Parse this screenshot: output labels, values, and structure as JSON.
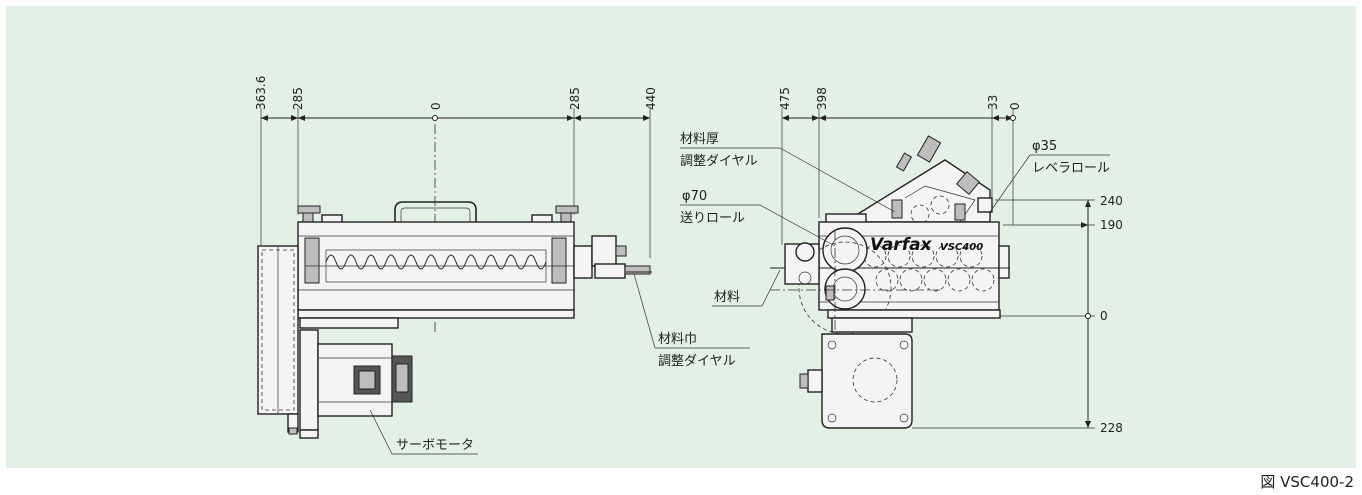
{
  "figure_caption": "図 VSC400-2",
  "left_view": {
    "dims": [
      "363.6",
      "285",
      "0",
      "285",
      "440"
    ],
    "labels": {
      "width_dial_1": "材料巾",
      "width_dial_2": "調整ダイヤル",
      "servo_motor": "サーボモータ"
    }
  },
  "right_view": {
    "dims_top": [
      "475",
      "398",
      "33",
      "0"
    ],
    "dims_right": [
      "240",
      "190",
      "0",
      "228"
    ],
    "labels": {
      "thickness_dial_1": "材料厚",
      "thickness_dial_2": "調整ダイヤル",
      "feed_roll_dia": "φ70",
      "feed_roll": "送りロール",
      "leveler_roll_dia": "φ35",
      "leveler_roll": "レベラロール",
      "material": "材料"
    },
    "logo": {
      "brand": "Varfax",
      "model": "VSC400"
    }
  }
}
